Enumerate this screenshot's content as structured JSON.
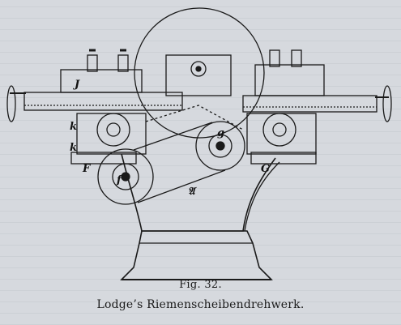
{
  "figure": {
    "number_label": "Fig. 32.",
    "title": "Lodge’s Riemenscheibendrehwerk."
  },
  "labels": {
    "upper_left_carriage": "J",
    "left_k_upper": "k",
    "left_k_lower": "k",
    "left_f_upper": "F",
    "pulley_f": "f",
    "center_g": "g",
    "right_g_upper": "G",
    "frame": "𝔄"
  },
  "colors": {
    "ink": "#1a1a1a",
    "paper": "#d6d9de"
  }
}
